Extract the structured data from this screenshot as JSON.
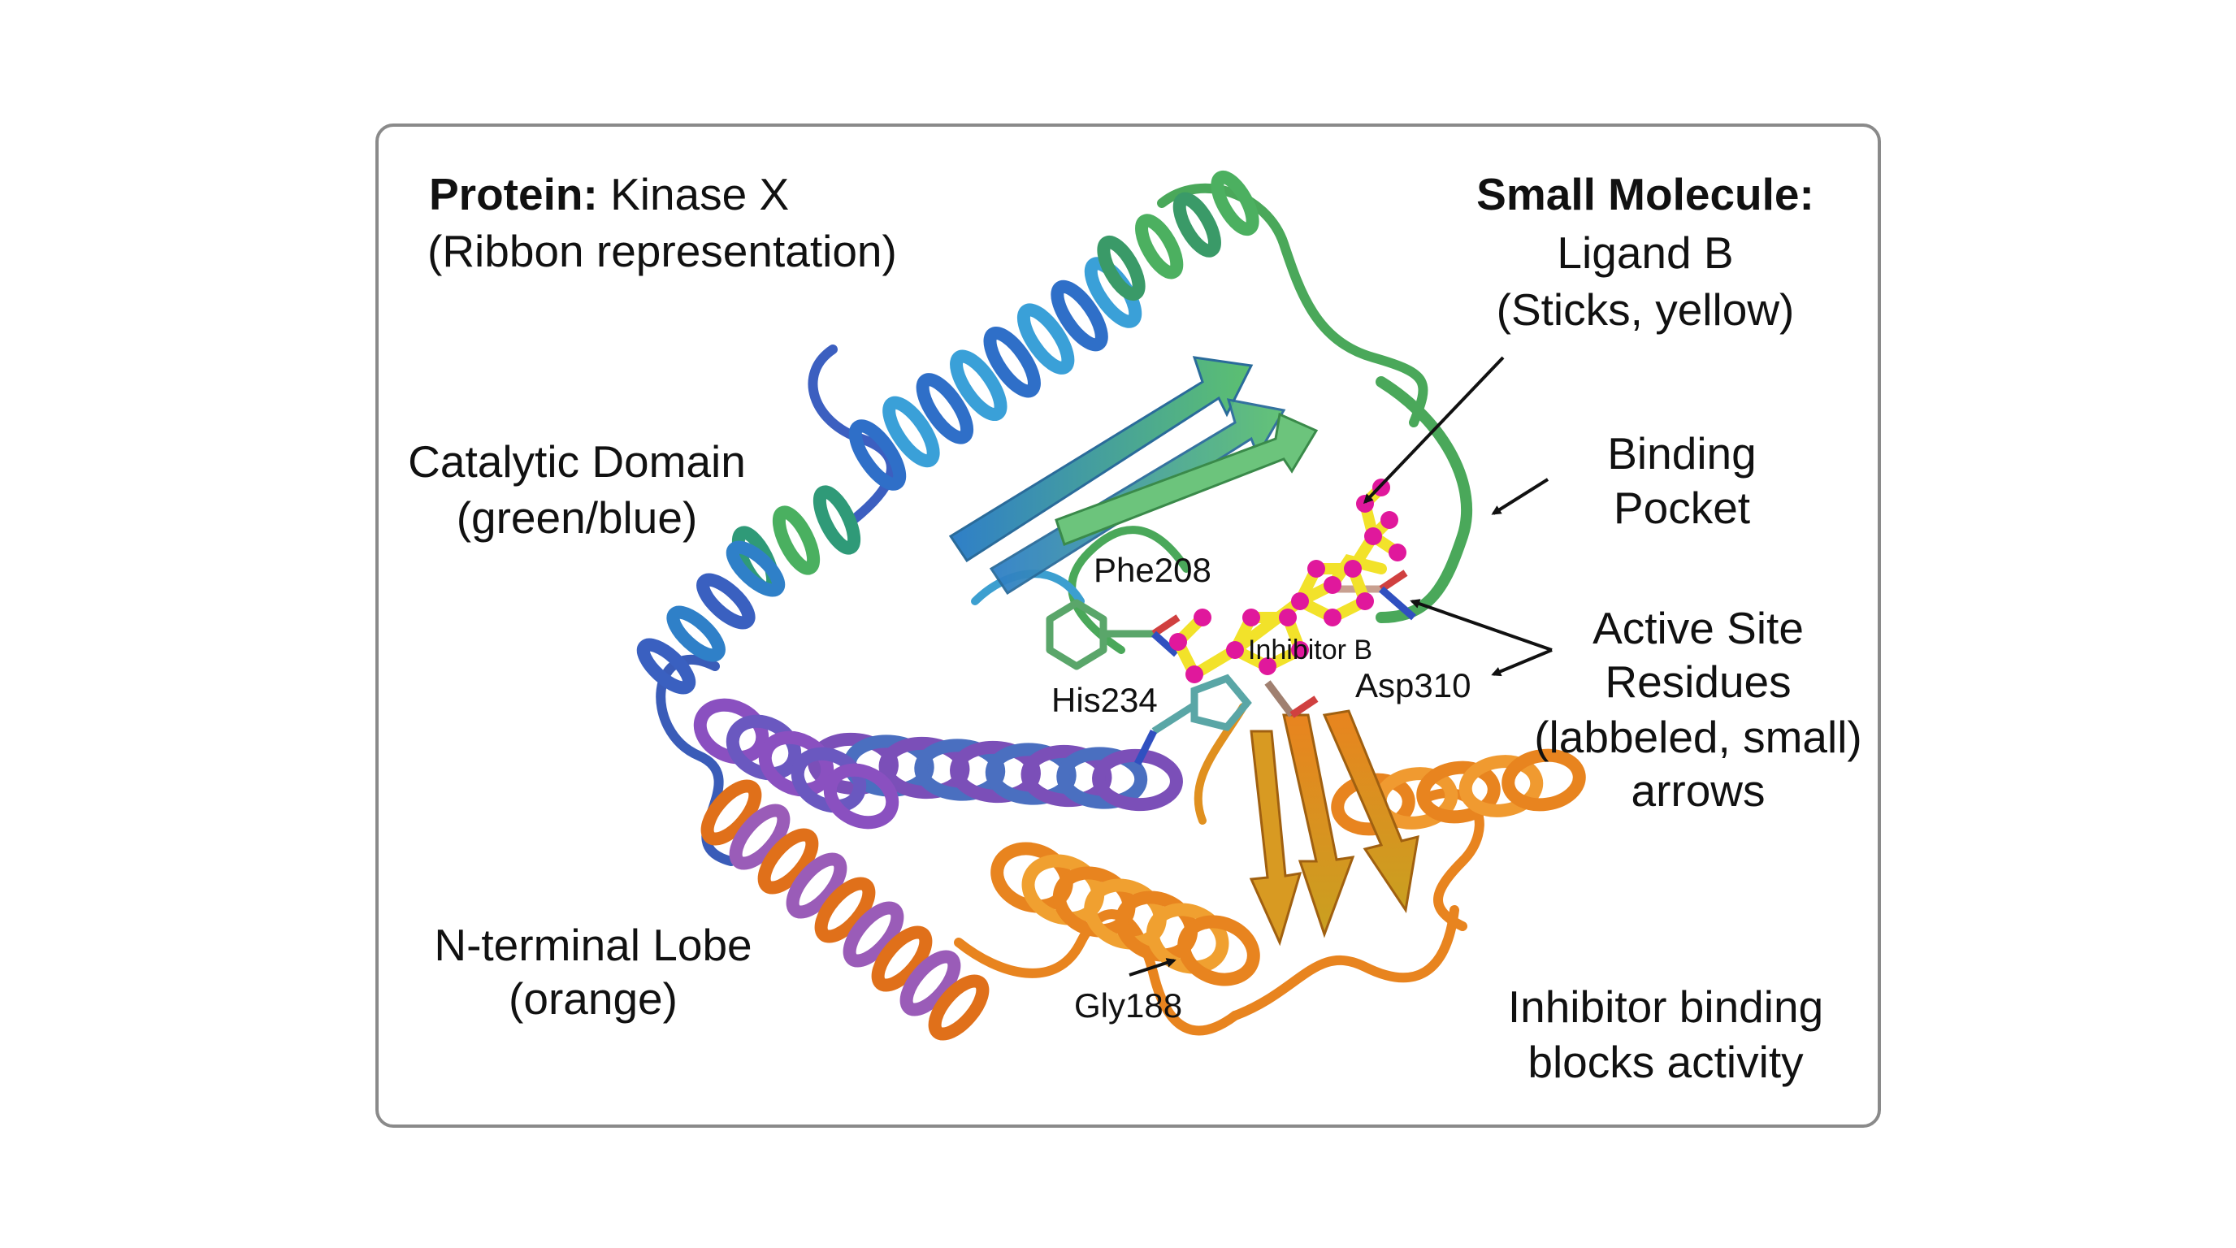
{
  "labels": {
    "protein_title": "Protein:",
    "protein_name": "Kinase X",
    "protein_repr": "(Ribbon representation)",
    "small_molecule_title": "Small Molecule:",
    "ligand_name": "Ligand B",
    "ligand_repr": "(Sticks, yellow)",
    "catalytic_line1": "Catalytic Domain",
    "catalytic_line2": "(green/blue)",
    "binding_line1": "Binding",
    "binding_line2": "Pocket",
    "active_line1": "Active Site",
    "active_line2": "Residues",
    "active_line3": "(labbeled, small)",
    "active_line4": "arrows",
    "nterm_line1": "N-terminal Lobe",
    "nterm_line2": "(orange)",
    "inhibitor_line1": "Inhibitor binding",
    "inhibitor_line2": "blocks activity"
  },
  "residues": {
    "phe": "Phe208",
    "his": "His234",
    "asp": "Asp310",
    "gly": "Gly188",
    "inhibitor": "Inhibitor B"
  },
  "colors": {
    "frame": "#8a8a8a",
    "catalytic_green": "#4aa85a",
    "catalytic_blue": "#2f7fc8",
    "helix_purple": "#7b4fb8",
    "n_lobe_orange": "#e8841f",
    "ligand_yellow": "#f2e22a",
    "atom_magenta": "#e0189c",
    "residue_teal": "#5aa6a6"
  }
}
